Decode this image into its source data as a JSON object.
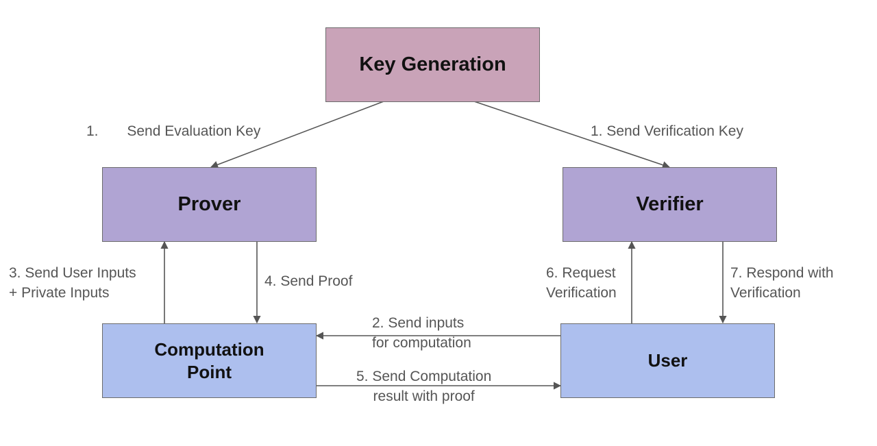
{
  "colors": {
    "key_generation": "#c9a3b8",
    "prover": "#b0a4d3",
    "verifier": "#b0a4d3",
    "computation_point": "#adbfee",
    "user": "#adbfee",
    "border": "#6b6b6b",
    "arrow": "#555555",
    "label_text": "#555555"
  },
  "nodes": {
    "key_generation": "Key Generation",
    "prover": "Prover",
    "verifier": "Verifier",
    "computation_point": [
      "Computation",
      "Point"
    ],
    "user": "User"
  },
  "edges": {
    "send_evaluation_key": {
      "num": "1.",
      "text": "Send Evaluation Key"
    },
    "send_verification_key": "1. Send Verification Key",
    "send_user_inputs": [
      "3. Send User Inputs",
      "+ Private Inputs"
    ],
    "send_proof": "4. Send Proof",
    "request_verification": [
      "6. Request",
      "Verification"
    ],
    "respond_with_verification": [
      "7. Respond with",
      "Verification"
    ],
    "send_inputs": [
      "2. Send inputs",
      "for computation"
    ],
    "send_computation_result": [
      "5. Send Computation",
      "result with proof"
    ]
  }
}
